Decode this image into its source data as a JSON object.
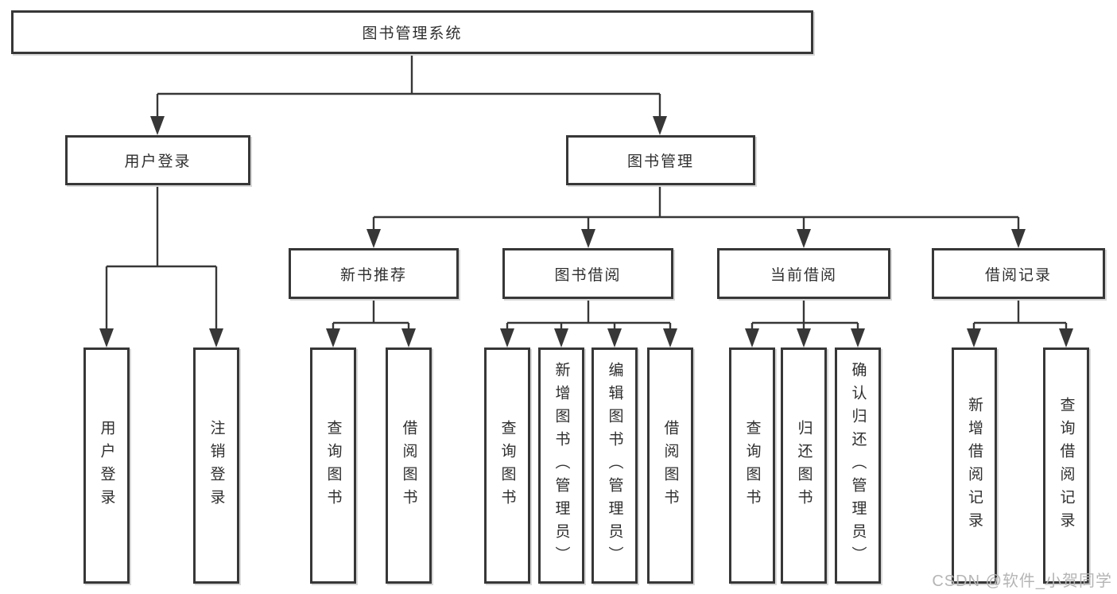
{
  "diagram": {
    "root": "图书管理系统",
    "user_login": {
      "label": "用户登录",
      "children": {
        "login": "用户登录",
        "logout": "注销登录"
      }
    },
    "book_management": {
      "label": "图书管理",
      "new_book_recommend": {
        "label": "新书推荐",
        "children": {
          "query_book": "查询图书",
          "borrow_book": "借阅图书"
        }
      },
      "book_borrow": {
        "label": "图书借阅",
        "children": {
          "query_book": "查询图书",
          "add_book": "新增图书（管理员）",
          "edit_book": "编辑图书（管理员）",
          "borrow_book": "借阅图书"
        }
      },
      "current_borrow": {
        "label": "当前借阅",
        "children": {
          "query_book": "查询图书",
          "return_book": "归还图书",
          "confirm_return": "确认归还（管理员）"
        }
      },
      "borrow_record": {
        "label": "借阅记录",
        "children": {
          "add_record": "新增借阅记录",
          "query_record": "查询借阅记录"
        }
      }
    }
  },
  "watermark": "CSDN @软件_小贺同学",
  "colors": {
    "line": "#373737",
    "text": "#2f2f2f",
    "box_shadow": "#d8d8d8",
    "watermark": "#b5b5b5",
    "background": "#ffffff"
  }
}
